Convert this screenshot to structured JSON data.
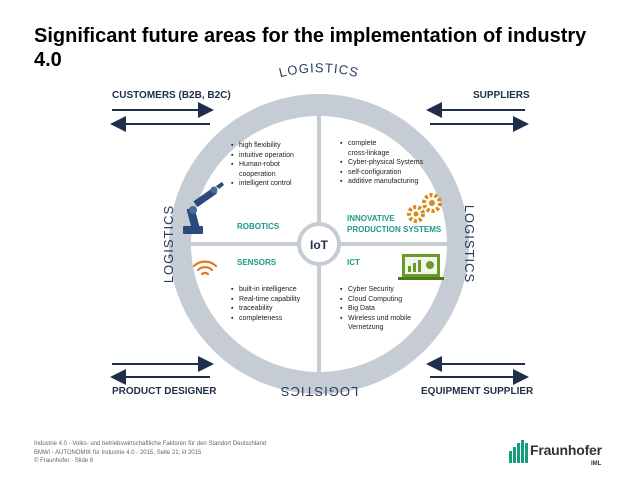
{
  "title": "Significant future areas for the implementation of industry 4.0",
  "ring_labels": {
    "top": "LOGISTICS",
    "bottom": "LOGISTICS",
    "left": "LOGISTICS",
    "right": "LOGISTICS"
  },
  "corners": {
    "top_left": "CUSTOMERS (B2B, B2C)",
    "top_right": "SUPPLIERS",
    "bottom_left": "PRODUCT DESIGNER",
    "bottom_right": "EQUIPMENT SUPPLIER"
  },
  "center": "IoT",
  "quadrants": {
    "robotics": {
      "label": "ROBOTICS",
      "items": [
        "high flexibility",
        "intuitive operation",
        "Human-robot",
        "cooperation",
        "intelligent control"
      ]
    },
    "innovative": {
      "label_line1": "INNOVATIVE",
      "label_line2": "PRODUCTION SYSTEMS",
      "items": [
        "complete",
        "cross-linkage",
        "Cyber-physical Systems",
        "self-configuration",
        "additive manufacturing"
      ]
    },
    "sensors": {
      "label": "SENSORS",
      "items": [
        "built-in intelligence",
        "Real-time capability",
        "traceability",
        "completeness"
      ]
    },
    "ict": {
      "label": "ICT",
      "items": [
        "Cyber Security",
        "Cloud Computing",
        "Big Data",
        "Wireless und mobile",
        "Vernetzung"
      ]
    }
  },
  "footer": {
    "line1": "Industrie 4.0 - Volks- und betriebswirtschaftliche Faktoren für den Standort Deutschland",
    "line2": "BMWi - AUTONOMIK für Industrie 4.0 - 2015, Seite 21; iit 2015",
    "line3": "© Fraunhofer · Slide 8"
  },
  "brand": {
    "name": "Fraunhofer",
    "sub": "IML"
  },
  "colors": {
    "ring": "#c5ccd3",
    "ring_text": "#2a3d5c",
    "teal": "#1a9a8a",
    "arrow": "#1f2f4a",
    "brand_green": "#179c7d",
    "gear": "#d98a1a",
    "robot": "#2a4a7a",
    "laptop": "#6a9a2a",
    "wifi": "#e07a1a"
  },
  "icons": [
    "robot-arm-icon",
    "gears-icon",
    "wifi-icon",
    "laptop-chart-icon",
    "fraunhofer-logo-icon"
  ]
}
